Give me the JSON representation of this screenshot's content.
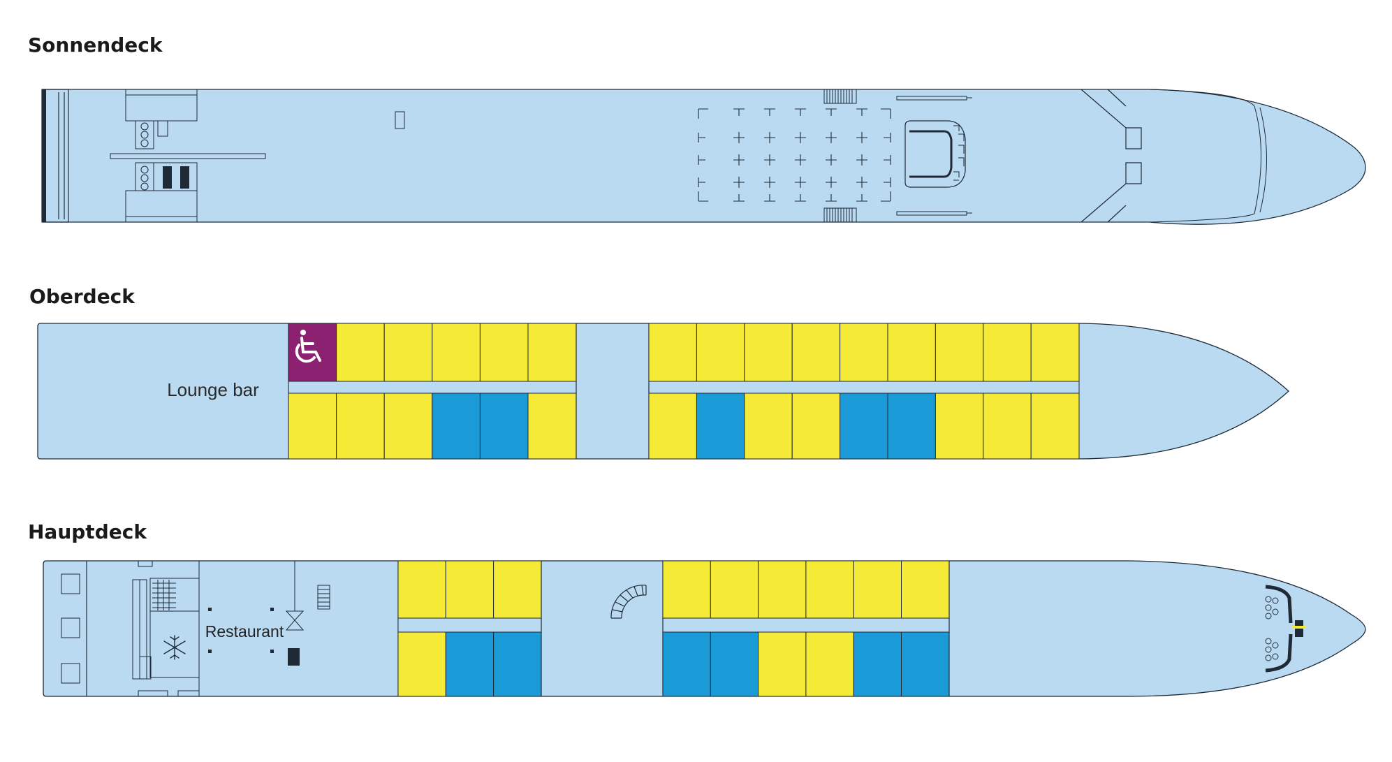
{
  "decks": {
    "sonnendeck": {
      "title": "Sonnendeck"
    },
    "oberdeck": {
      "title": "Oberdeck",
      "lounge_label": "Lounge bar"
    },
    "hauptdeck": {
      "title": "Hauptdeck",
      "restaurant_label": "Restaurant"
    }
  },
  "colors": {
    "hull": "#b9daf1",
    "cabin_yellow": "#f5ea35",
    "cabin_blue": "#1b9ad8",
    "cabin_accessible": "#8b2170",
    "outline": "#1f2a36"
  },
  "cabin_layout": {
    "oberdeck": {
      "front_block_1": {
        "top": [
          "A",
          "Y",
          "Y",
          "Y",
          "Y",
          "Y"
        ],
        "bottom": [
          "Y",
          "Y",
          "Y",
          "B",
          "B",
          "Y"
        ]
      },
      "front_block_2": {
        "top": [
          "Y",
          "Y",
          "Y",
          "Y",
          "Y",
          "Y",
          "Y",
          "Y",
          "Y"
        ],
        "bottom": [
          "Y",
          "B",
          "Y",
          "Y",
          "B",
          "B",
          "Y",
          "Y",
          "Y"
        ]
      }
    },
    "hauptdeck": {
      "block_1": {
        "top": [
          "Y",
          "Y",
          "Y"
        ],
        "bottom": [
          "Y",
          "B",
          "B"
        ]
      },
      "block_2": {
        "top": [
          "Y",
          "Y",
          "Y",
          "Y",
          "Y",
          "Y"
        ],
        "bottom": [
          "B",
          "B",
          "Y",
          "Y",
          "B",
          "B"
        ]
      }
    }
  },
  "icons": [
    "wheelchair-icon",
    "snowflake-icon",
    "staircase-icon",
    "anchor-winch-icon"
  ]
}
